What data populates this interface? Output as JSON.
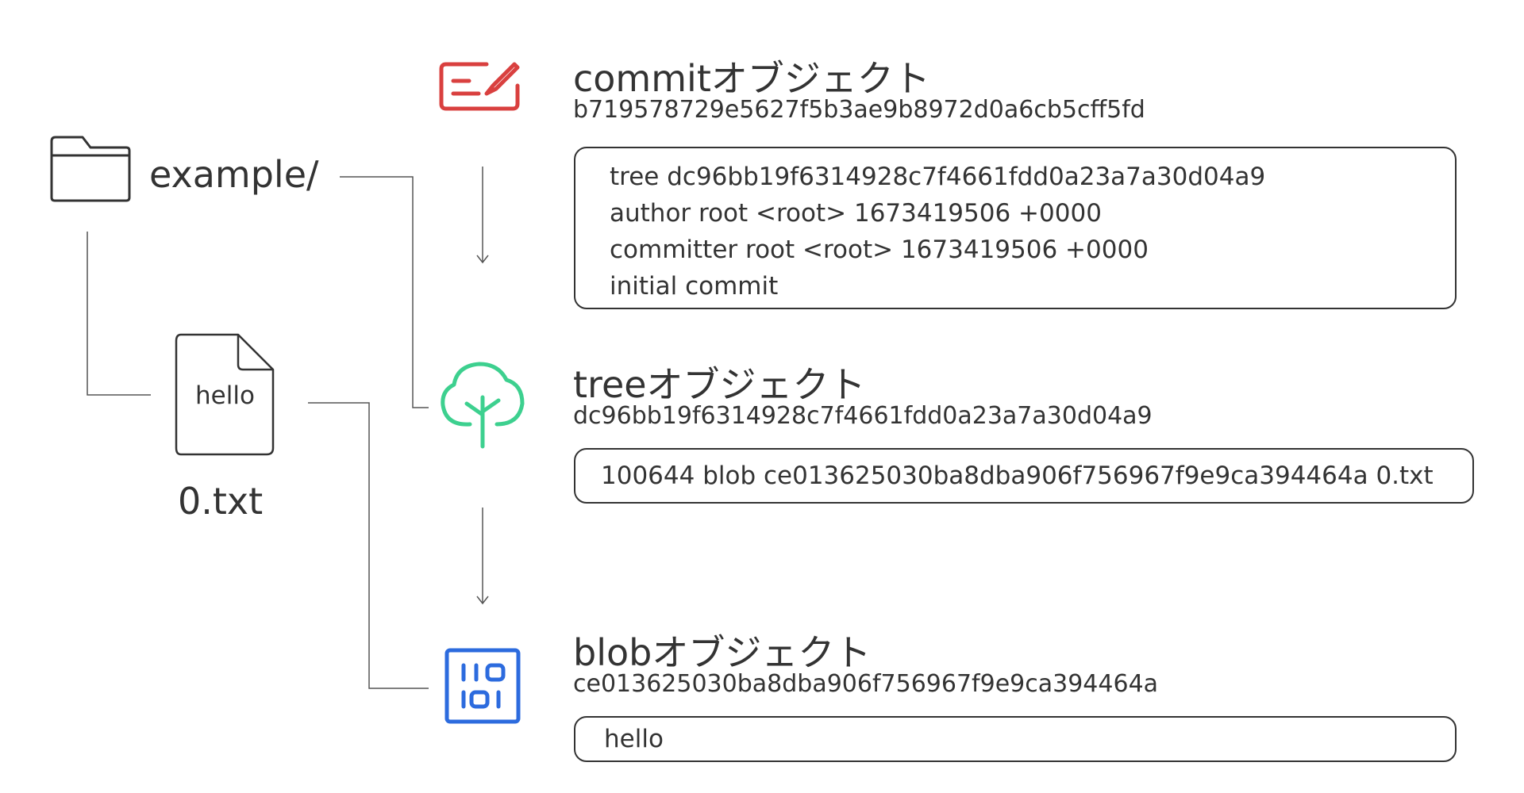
{
  "filesystem": {
    "folder_name": "example/",
    "file_content": "hello",
    "file_name": "0.txt"
  },
  "commit": {
    "title": "commitオブジェクト",
    "hash": "b719578729e5627f5b3ae9b8972d0a6cb5cff5fd",
    "content": [
      "tree dc96bb19f6314928c7f4661fdd0a23a7a30d04a9",
      "author root <root> 1673419506 +0000",
      "committer root <root> 1673419506 +0000",
      "initial commit"
    ],
    "icon": "commit-card-icon",
    "color": "#d9403f"
  },
  "tree": {
    "title": "treeオブジェクト",
    "hash": "dc96bb19f6314928c7f4661fdd0a23a7a30d04a9",
    "content": [
      "100644 blob ce013625030ba8dba906f756967f9e9ca394464a 0.txt"
    ],
    "icon": "tree-icon",
    "color": "#3dd08f"
  },
  "blob": {
    "title": "blobオブジェクト",
    "hash": "ce013625030ba8dba906f756967f9e9ca394464a",
    "content": [
      "hello"
    ],
    "icon": "binary-icon",
    "color": "#2c6bde"
  }
}
